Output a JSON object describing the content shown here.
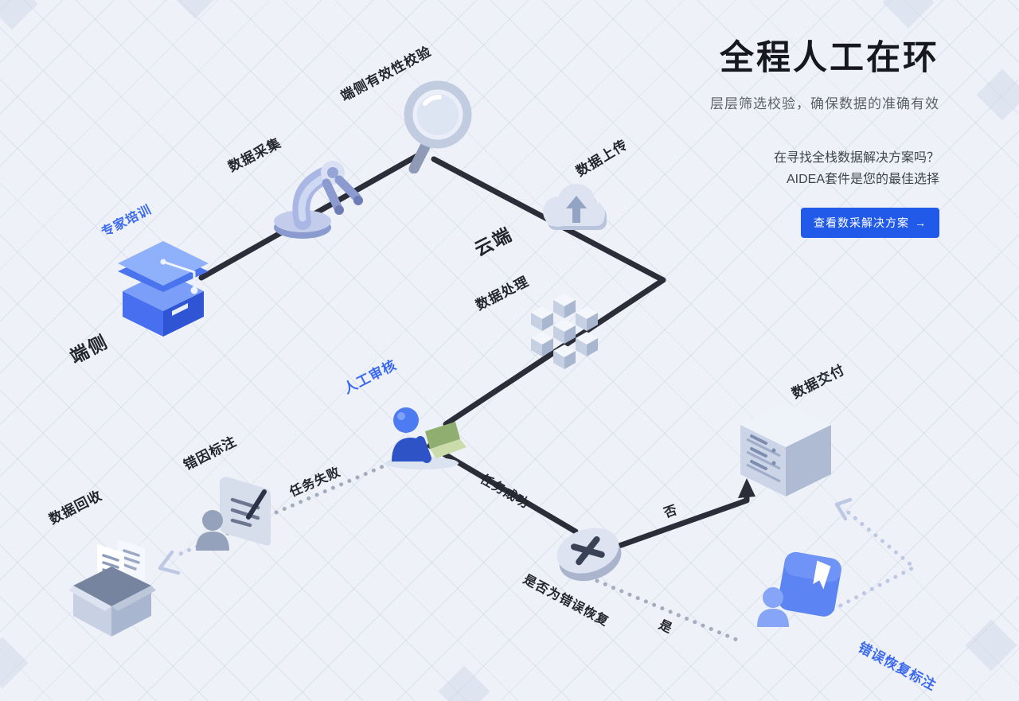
{
  "header": {
    "title": "全程人工在环",
    "subtitle": "层层筛选校验，确保数据的准确有效",
    "promo_line1": "在寻找全栈数据解决方案吗？",
    "promo_line2": "AIDEA套件是您的最佳选择",
    "cta_label": "查看数采解决方案",
    "cta_arrow": "→"
  },
  "diagram": {
    "labels": {
      "expert_training": "专家培训",
      "edge_side": "端侧",
      "data_collection": "数据采集",
      "edge_validation": "端侧有效性校验",
      "data_upload": "数据上传",
      "cloud": "云端",
      "data_processing": "数据处理",
      "manual_review": "人工审核",
      "task_failed": "任务失败",
      "task_success": "任务成功",
      "error_cause_annotation": "错因标注",
      "data_recycling": "数据回收",
      "decision": "是否为错误恢复",
      "branch_no": "否",
      "branch_yes": "是",
      "data_delivery": "数据交付",
      "error_recovery_annotation": "错误恢复标注"
    },
    "icons": {
      "expert_training": "graduation-cap-icon",
      "data_collection": "robot-arm-icon",
      "edge_validation": "magnifier-icon",
      "data_upload": "cloud-upload-icon",
      "data_processing": "cube-cluster-icon",
      "manual_review": "person-laptop-icon",
      "error_cause_annotation": "person-document-icon",
      "data_recycling": "archive-box-icon",
      "decision": "x-node-icon",
      "data_delivery": "server-icon",
      "error_recovery_annotation": "person-book-icon"
    },
    "colors": {
      "accent_blue": "#2159e8",
      "label_blue": "#3b6af0",
      "flow_line": "#2b2e38",
      "dotted_gray": "#a4adbd",
      "dashed_blue": "#bdc9e4",
      "background": "#eef1f7"
    }
  }
}
